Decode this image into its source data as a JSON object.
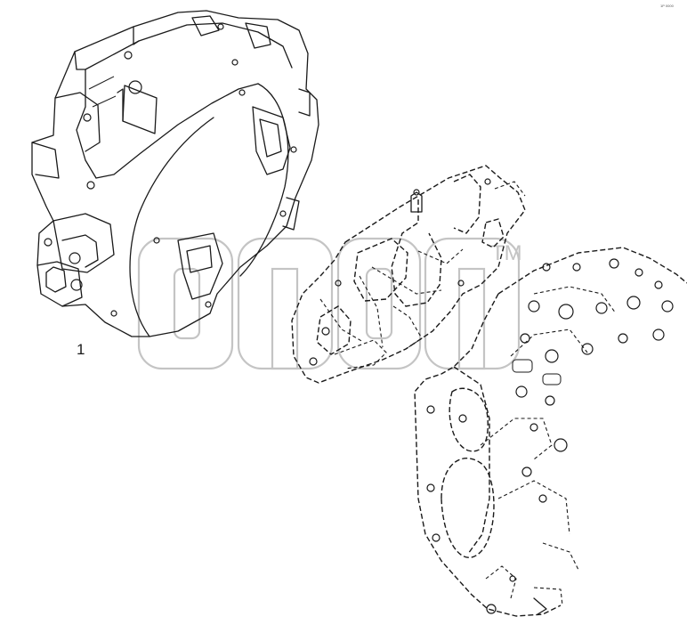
{
  "callouts": [
    {
      "number": "1"
    }
  ],
  "watermark": {
    "trademark": "TM",
    "color": "#c4c4c4"
  },
  "corner_code": "1P 0000",
  "colors": {
    "line": "#1a1a1a",
    "background": "#ffffff"
  }
}
